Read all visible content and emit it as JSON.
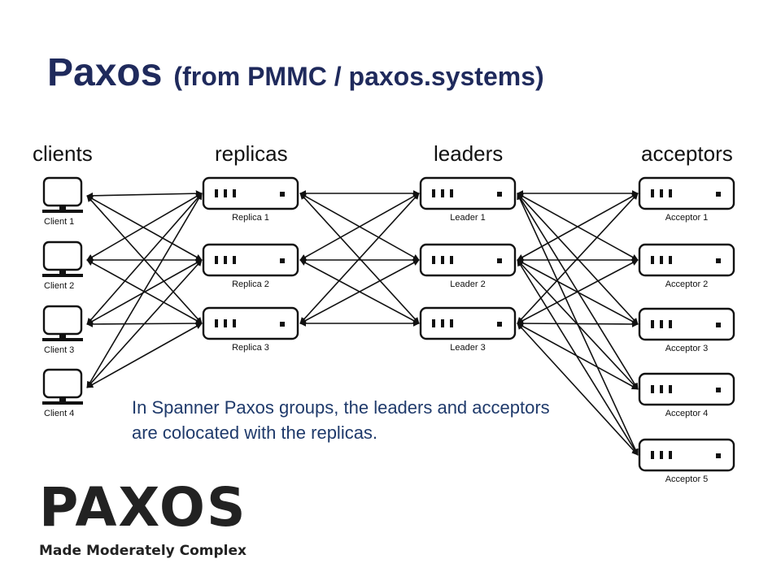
{
  "title": {
    "main": "Paxos",
    "sub": "(from PMMC / paxos.systems)"
  },
  "columns": {
    "clients": {
      "heading": "clients",
      "nodes": [
        {
          "label": "Client 1",
          "icon": "computer-monitor-icon"
        },
        {
          "label": "Client 2",
          "icon": "computer-monitor-icon"
        },
        {
          "label": "Client 3",
          "icon": "computer-monitor-icon"
        },
        {
          "label": "Client 4",
          "icon": "computer-monitor-icon"
        }
      ]
    },
    "replicas": {
      "heading": "replicas",
      "nodes": [
        {
          "label": "Replica 1",
          "icon": "server-icon"
        },
        {
          "label": "Replica 2",
          "icon": "server-icon"
        },
        {
          "label": "Replica 3",
          "icon": "server-icon"
        }
      ]
    },
    "leaders": {
      "heading": "leaders",
      "nodes": [
        {
          "label": "Leader 1",
          "icon": "server-icon"
        },
        {
          "label": "Leader 2",
          "icon": "server-icon"
        },
        {
          "label": "Leader 3",
          "icon": "server-icon"
        }
      ]
    },
    "acceptors": {
      "heading": "acceptors",
      "nodes": [
        {
          "label": "Acceptor 1",
          "icon": "server-icon"
        },
        {
          "label": "Acceptor 2",
          "icon": "server-icon"
        },
        {
          "label": "Acceptor 3",
          "icon": "server-icon"
        },
        {
          "label": "Acceptor 4",
          "icon": "server-icon"
        },
        {
          "label": "Acceptor 5",
          "icon": "server-icon"
        }
      ]
    }
  },
  "note": "In Spanner Paxos groups, the leaders and acceptors are colocated with the replicas.",
  "logo": {
    "word": "PAXOS",
    "tagline": "Made Moderately Complex"
  },
  "colors": {
    "title": "#1f2a5c",
    "note": "#1f3a6b",
    "ink": "#111111"
  }
}
